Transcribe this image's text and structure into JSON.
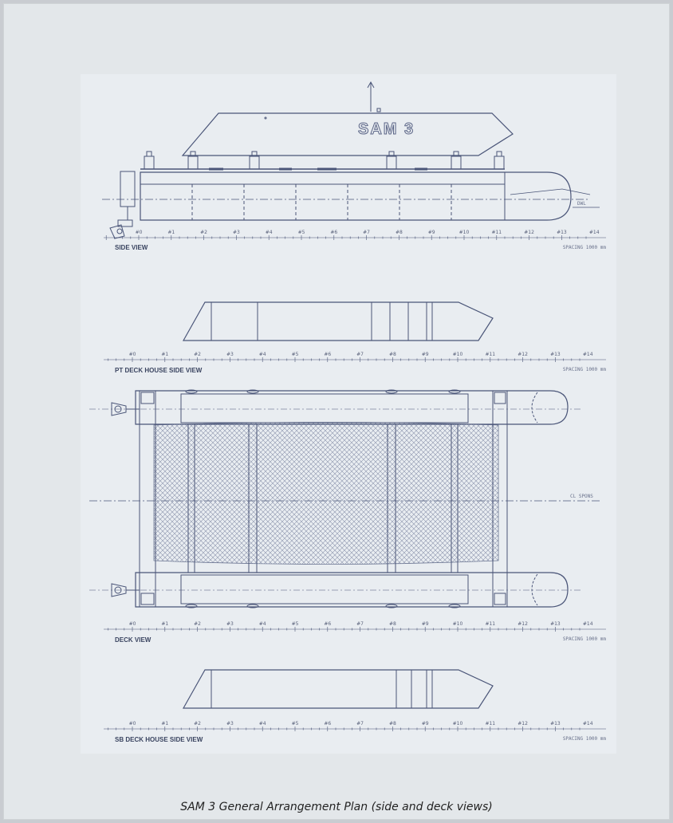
{
  "caption": "SAM 3 General Arrangement Plan (side and deck views)",
  "drawing": {
    "vessel_name": "SAM 3",
    "waterline_label": "DWL",
    "centerline_label": "CL SPONS",
    "spacing_note": "SPACING 1000 mm",
    "frame_labels": [
      "#0",
      "#1",
      "#2",
      "#3",
      "#4",
      "#5",
      "#6",
      "#7",
      "#8",
      "#9",
      "#10",
      "#11",
      "#12",
      "#13",
      "#14"
    ],
    "views": [
      {
        "id": "side",
        "title": "SIDE VIEW"
      },
      {
        "id": "pt",
        "title": "PT DECK HOUSE SIDE VIEW"
      },
      {
        "id": "deck",
        "title": "DECK VIEW"
      },
      {
        "id": "sb",
        "title": "SB DECK HOUSE SIDE VIEW"
      }
    ]
  },
  "colors": {
    "line": "#4a5578",
    "net": "#8c94ac",
    "paper": "#e9edf1"
  }
}
